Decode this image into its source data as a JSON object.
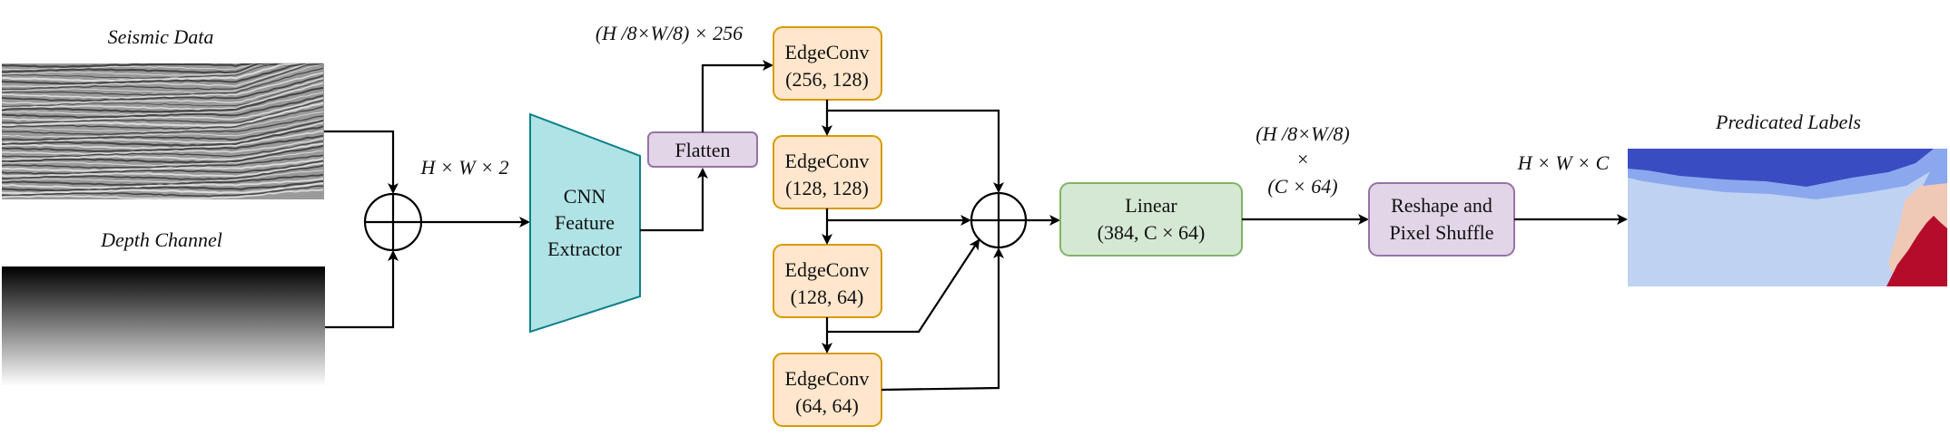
{
  "inputs": {
    "seismic_title": "Seismic Data",
    "depth_title": "Depth Channel"
  },
  "labels": {
    "concat_dims": "H × W × 2",
    "feature_dims": "(H /8×W/8) × 256",
    "linear_dims_line1": "(H /8×W/8)",
    "linear_dims_line2": "×",
    "linear_dims_line3": "(C × 64)",
    "output_dims": "H × W × C",
    "output_title": "Predicated Labels"
  },
  "blocks": {
    "cnn": [
      "CNN",
      "Feature",
      "Extractor"
    ],
    "flatten": "Flatten",
    "edgeconv": [
      {
        "name": "EdgeConv",
        "params": "(256, 128)"
      },
      {
        "name": "EdgeConv",
        "params": "(128, 128)"
      },
      {
        "name": "EdgeConv",
        "params": "(128, 64)"
      },
      {
        "name": "EdgeConv",
        "params": "(64, 64)"
      }
    ],
    "linear": {
      "name": "Linear",
      "params": "(384, C × 64)"
    },
    "reshape": [
      "Reshape and",
      "Pixel Shuffle"
    ]
  },
  "colors": {
    "cnn_fill": "#b0e3e6",
    "cnn_stroke": "#0e8088",
    "flatten_fill": "#e1d5e7",
    "flatten_stroke": "#9673a6",
    "edgeconv_fill": "#ffe6cc",
    "edgeconv_stroke": "#d79b00",
    "linear_fill": "#d5e8d4",
    "linear_stroke": "#82b366",
    "reshape_fill": "#e1d5e7",
    "reshape_stroke": "#9673a6"
  }
}
